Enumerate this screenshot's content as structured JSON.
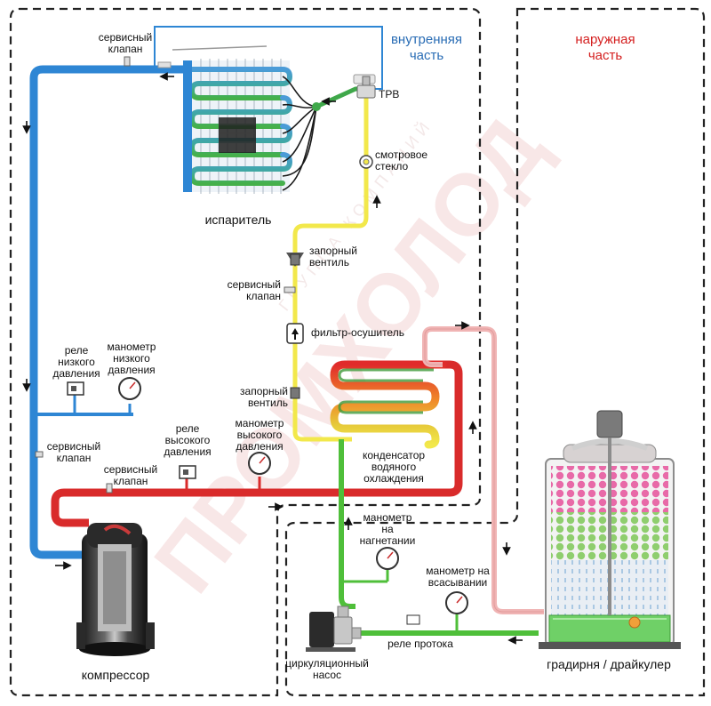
{
  "colors": {
    "suction_line": "#2e86d4",
    "discharge_line": "#d92b2b",
    "liquid_line": "#f2e84b",
    "water_supply": "#4fbf3a",
    "water_return": "#f0b4b4",
    "boundary": "#222222",
    "indoor_title": "#2a6db5",
    "outdoor_title": "#d41f1f",
    "watermark": "#f3d4d4"
  },
  "sections": {
    "indoor": "внутренняя\nчасть",
    "outdoor": "наружная\nчасть"
  },
  "components": {
    "evaporator": "испаритель",
    "trv": "ТРВ",
    "sight_glass": "смотровое\nстекло",
    "shutoff_valve_top": "запорный\nвентиль",
    "service_valve_liquid": "сервисный\nклапан",
    "filter_drier": "фильтр-осушитель",
    "shutoff_valve_bottom": "запорный\nвентиль",
    "condenser": "конденсатор\nводяного\nохлаждения",
    "compressor": "компрессор",
    "low_pressure_relay": "реле\nнизкого\nдавления",
    "low_pressure_gauge": "манометр\nнизкого\nдавления",
    "high_pressure_relay": "реле\nвысокого\nдавления",
    "high_pressure_gauge": "манометр\nвысокого\nдавления",
    "service_valve_top": "сервисный\nклапан",
    "service_valve_suction": "сервисный\nклапан",
    "service_valve_discharge": "сервисный\nклапан",
    "discharge_gauge": "манометр\nна\nнагнетании",
    "suction_gauge": "манометр на\nвсасывании",
    "flow_relay": "реле протока",
    "pump": "циркуляционный\nнасос",
    "cooling_tower": "градирня / драйкулер"
  },
  "watermark": {
    "main": "ПРОМХОЛОД",
    "sub": "ГРУППА КОМПАНИЙ"
  }
}
